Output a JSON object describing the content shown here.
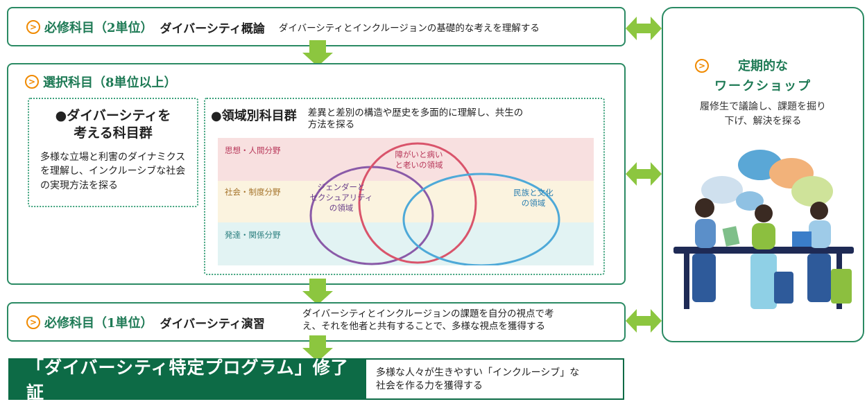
{
  "required1": {
    "heading": "必修科目（2単位）",
    "course": "ダイバーシティ概論",
    "description": "ダイバーシティとインクルージョンの基礎的な考えを理解する"
  },
  "elective": {
    "heading": "選択科目（8単位以上）",
    "group1": {
      "title_line1": "●ダイバーシティを",
      "title_line2": "考える科目群",
      "description": "多様な立場と利害のダイナミクスを理解し、インクルーシブな社会の実現方法を探る"
    },
    "group2": {
      "title": "●領域別科目群",
      "description_line1": "差異と差別の構造や歴史を多面的に理解し、共生の",
      "description_line2": "方法を探る",
      "bands": [
        "思想・人間分野",
        "社会・制度分野",
        "発達・関係分野"
      ],
      "band_colors": [
        "#f8e0e0",
        "#fbf3df",
        "#e2f3f3"
      ],
      "venn": [
        {
          "label": "ジェンダーと\nセクシュアリティ\nの領域",
          "color": "#8a5aa8"
        },
        {
          "label": "障がいと病い\nと老いの領域",
          "color": "#d9546b"
        },
        {
          "label": "民族と文化\nの領域",
          "color": "#4ea9d8"
        }
      ]
    }
  },
  "required2": {
    "heading": "必修科目（1単位）",
    "course": "ダイバーシティ演習",
    "description_line1": "ダイバーシティとインクルージョンの課題を自分の視点で考",
    "description_line2": "え、それを他者と共有することで、多様な視点を獲得する"
  },
  "certificate": {
    "title": "「ダイバーシティ特定プログラム」修了証",
    "description_line1": "多様な人々が生きやすい「インクルーシブ」な",
    "description_line2": "社会を作る力を獲得する"
  },
  "workshop": {
    "title_line1": "定期的な",
    "title_line2": "ワークショップ",
    "description_line1": "履修生で議論し、課題を掘り",
    "description_line2": "下げ、解決を探る"
  },
  "colors": {
    "border": "#2a8a63",
    "arrow": "#8cc63f",
    "icon": "#f08a00",
    "dark_green": "#0d6b46"
  }
}
